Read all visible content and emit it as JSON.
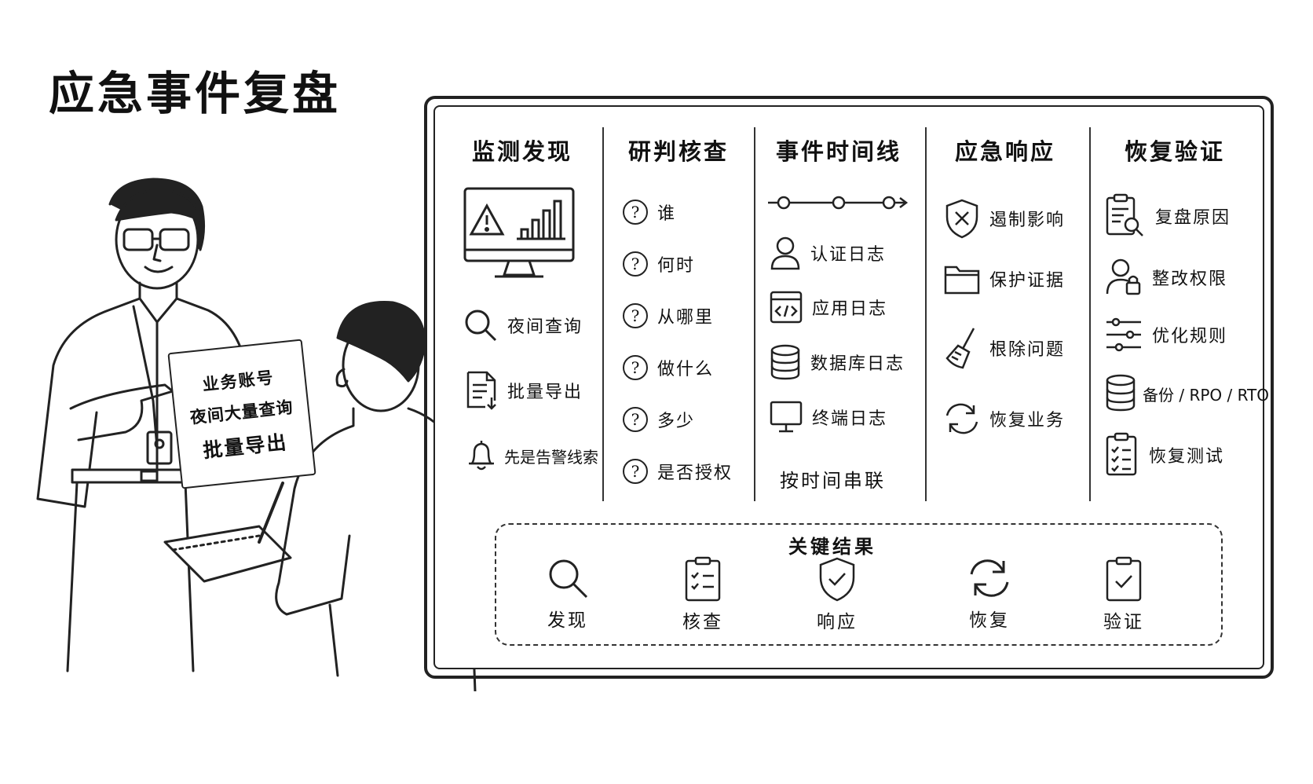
{
  "title": "应急事件复盘",
  "sign": {
    "line1": "业务账号",
    "line2": "夜间大量查询",
    "line3": "批量导出"
  },
  "columns": [
    {
      "heading": "监测发现",
      "items": [
        {
          "label": "夜间查询",
          "icon": "magnifier-icon"
        },
        {
          "label": "批量导出",
          "icon": "document-export-icon"
        },
        {
          "label": "先是告警线索",
          "icon": "bell-icon"
        }
      ],
      "monitor_icon": "monitor-alert-chart-icon"
    },
    {
      "heading": "研判核查",
      "items": [
        {
          "label": "谁",
          "icon": "question-icon"
        },
        {
          "label": "何时",
          "icon": "question-icon"
        },
        {
          "label": "从哪里",
          "icon": "question-icon"
        },
        {
          "label": "做什么",
          "icon": "question-icon"
        },
        {
          "label": "多少",
          "icon": "question-icon"
        },
        {
          "label": "是否授权",
          "icon": "question-icon"
        }
      ]
    },
    {
      "heading": "事件时间线",
      "items": [
        {
          "label": "认证日志",
          "icon": "user-icon"
        },
        {
          "label": "应用日志",
          "icon": "code-window-icon"
        },
        {
          "label": "数据库日志",
          "icon": "database-icon"
        },
        {
          "label": "终端日志",
          "icon": "terminal-monitor-icon"
        }
      ],
      "footer": "按时间串联"
    },
    {
      "heading": "应急响应",
      "items": [
        {
          "label": "遏制影响",
          "icon": "shield-x-icon"
        },
        {
          "label": "保护证据",
          "icon": "folder-icon"
        },
        {
          "label": "根除问题",
          "icon": "broom-icon"
        },
        {
          "label": "恢复业务",
          "icon": "refresh-icon"
        }
      ]
    },
    {
      "heading": "恢复验证",
      "items": [
        {
          "label": "复盘原因",
          "icon": "clipboard-search-icon"
        },
        {
          "label": "整改权限",
          "icon": "user-lock-icon"
        },
        {
          "label": "优化规则",
          "icon": "sliders-icon"
        },
        {
          "label": "备份 / RPO / RTO",
          "icon": "database-icon"
        },
        {
          "label": "恢复测试",
          "icon": "checklist-icon"
        }
      ]
    }
  ],
  "results": {
    "title": "关键结果",
    "items": [
      {
        "label": "发现",
        "icon": "magnifier-icon"
      },
      {
        "label": "核查",
        "icon": "clipboard-check-icon"
      },
      {
        "label": "响应",
        "icon": "shield-check-icon"
      },
      {
        "label": "恢复",
        "icon": "refresh-icon"
      },
      {
        "label": "验证",
        "icon": "clipboard-check-icon"
      }
    ]
  }
}
